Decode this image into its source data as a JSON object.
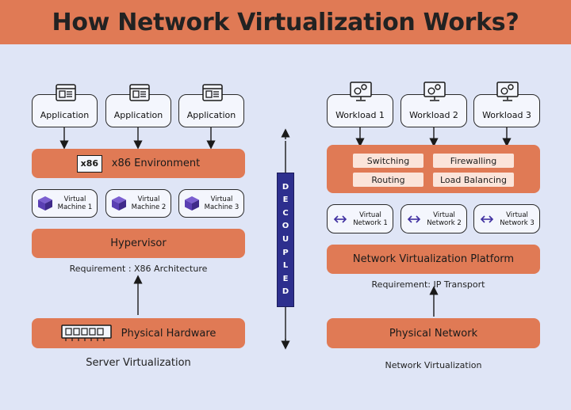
{
  "title": "How Network Virtualization Works?",
  "left": {
    "applications": [
      "Application",
      "Application",
      "Application"
    ],
    "environment": "x86 Environment",
    "environment_icon_text": "x86",
    "vms": [
      {
        "line1": "Virtual",
        "line2": "Machine 1"
      },
      {
        "line1": "Virtual",
        "line2": "Machine 2"
      },
      {
        "line1": "Virtual",
        "line2": "Machine 3"
      }
    ],
    "hypervisor": "Hypervisor",
    "requirement": "Requirement : X86 Architecture",
    "hardware": "Physical Hardware",
    "caption": "Server Virtualization"
  },
  "center": {
    "decoupled": "DECOUPLED"
  },
  "right": {
    "workloads": [
      "Workload 1",
      "Workload 2",
      "Workload 3"
    ],
    "services": [
      "Switching",
      "Firewalling",
      "Routing",
      "Load Balancing"
    ],
    "vnets": [
      {
        "line1": "Virtual",
        "line2": "Network 1"
      },
      {
        "line1": "Virtual",
        "line2": "Network 2"
      },
      {
        "line1": "Virtual",
        "line2": "Network 3"
      }
    ],
    "platform": "Network Virtualization Platform",
    "requirement": "Requirement: IP Transport",
    "network": "Physical Network",
    "caption": "Network Virtualization"
  },
  "colors": {
    "background": "#dfe5f6",
    "accent": "#e07a55",
    "chip": "#fbe4da",
    "cube": "#5a3fb3",
    "decoupled_bar": "#2d2f8e"
  }
}
